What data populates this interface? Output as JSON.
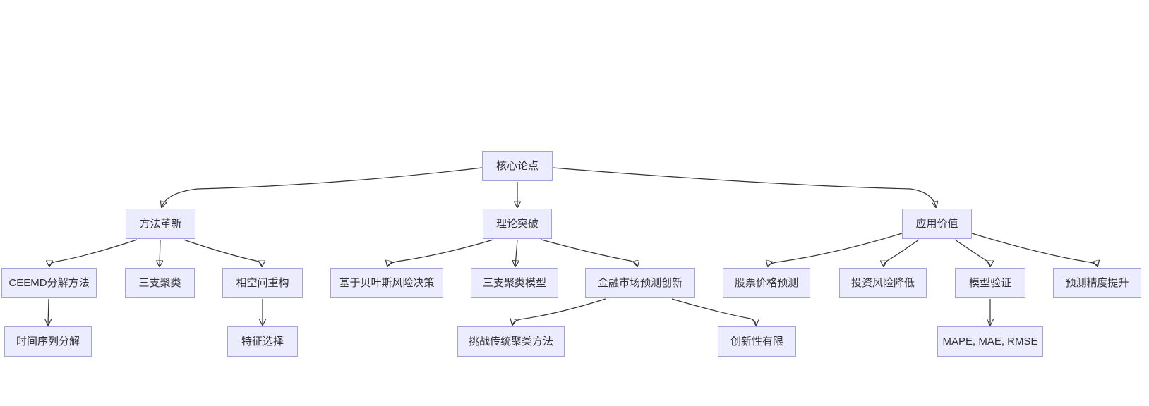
{
  "diagram": {
    "type": "flowchart",
    "direction": "top-down",
    "colors": {
      "background": "#ffffff",
      "node_fill": "#ECECFF",
      "node_border": "#A3A3D9",
      "edge_line": "#333333",
      "text": "#333333"
    },
    "nodes": [
      {
        "id": "core",
        "label": "核心论点",
        "level": 0,
        "parent": null
      },
      {
        "id": "method",
        "label": "方法革新",
        "level": 1,
        "parent": "core"
      },
      {
        "id": "theory",
        "label": "理论突破",
        "level": 1,
        "parent": "core"
      },
      {
        "id": "application",
        "label": "应用价值",
        "level": 1,
        "parent": "core"
      },
      {
        "id": "ceemd",
        "label": "CEEMD分解方法",
        "level": 2,
        "parent": "method"
      },
      {
        "id": "three-way-clustering",
        "label": "三支聚类",
        "level": 2,
        "parent": "method"
      },
      {
        "id": "phase-space",
        "label": "相空间重构",
        "level": 2,
        "parent": "method"
      },
      {
        "id": "bayes-risk",
        "label": "基于贝叶斯风险决策",
        "level": 2,
        "parent": "theory"
      },
      {
        "id": "three-way-model",
        "label": "三支聚类模型",
        "level": 2,
        "parent": "theory"
      },
      {
        "id": "finance-innovation",
        "label": "金融市场预测创新",
        "level": 2,
        "parent": "theory"
      },
      {
        "id": "stock-prediction",
        "label": "股票价格预测",
        "level": 2,
        "parent": "application"
      },
      {
        "id": "risk-reduction",
        "label": "投资风险降低",
        "level": 2,
        "parent": "application"
      },
      {
        "id": "model-validation",
        "label": "模型验证",
        "level": 2,
        "parent": "application"
      },
      {
        "id": "accuracy-improvement",
        "label": "预测精度提升",
        "level": 2,
        "parent": "application"
      },
      {
        "id": "ts-decomposition",
        "label": "时间序列分解",
        "level": 3,
        "parent": "ceemd"
      },
      {
        "id": "feature-selection",
        "label": "特征选择",
        "level": 3,
        "parent": "phase-space"
      },
      {
        "id": "challenge-traditional",
        "label": "挑战传统聚类方法",
        "level": 3,
        "parent": "finance-innovation"
      },
      {
        "id": "limited-novelty",
        "label": "创新性有限",
        "level": 3,
        "parent": "finance-innovation"
      },
      {
        "id": "metrics",
        "label": "MAPE, MAE, RMSE",
        "level": 3,
        "parent": "model-validation"
      }
    ],
    "edges": [
      [
        "core",
        "method"
      ],
      [
        "core",
        "theory"
      ],
      [
        "core",
        "application"
      ],
      [
        "method",
        "ceemd"
      ],
      [
        "method",
        "three-way-clustering"
      ],
      [
        "method",
        "phase-space"
      ],
      [
        "theory",
        "bayes-risk"
      ],
      [
        "theory",
        "three-way-model"
      ],
      [
        "theory",
        "finance-innovation"
      ],
      [
        "application",
        "stock-prediction"
      ],
      [
        "application",
        "risk-reduction"
      ],
      [
        "application",
        "model-validation"
      ],
      [
        "application",
        "accuracy-improvement"
      ],
      [
        "ceemd",
        "ts-decomposition"
      ],
      [
        "phase-space",
        "feature-selection"
      ],
      [
        "finance-innovation",
        "challenge-traditional"
      ],
      [
        "finance-innovation",
        "limited-novelty"
      ],
      [
        "model-validation",
        "metrics"
      ]
    ]
  }
}
